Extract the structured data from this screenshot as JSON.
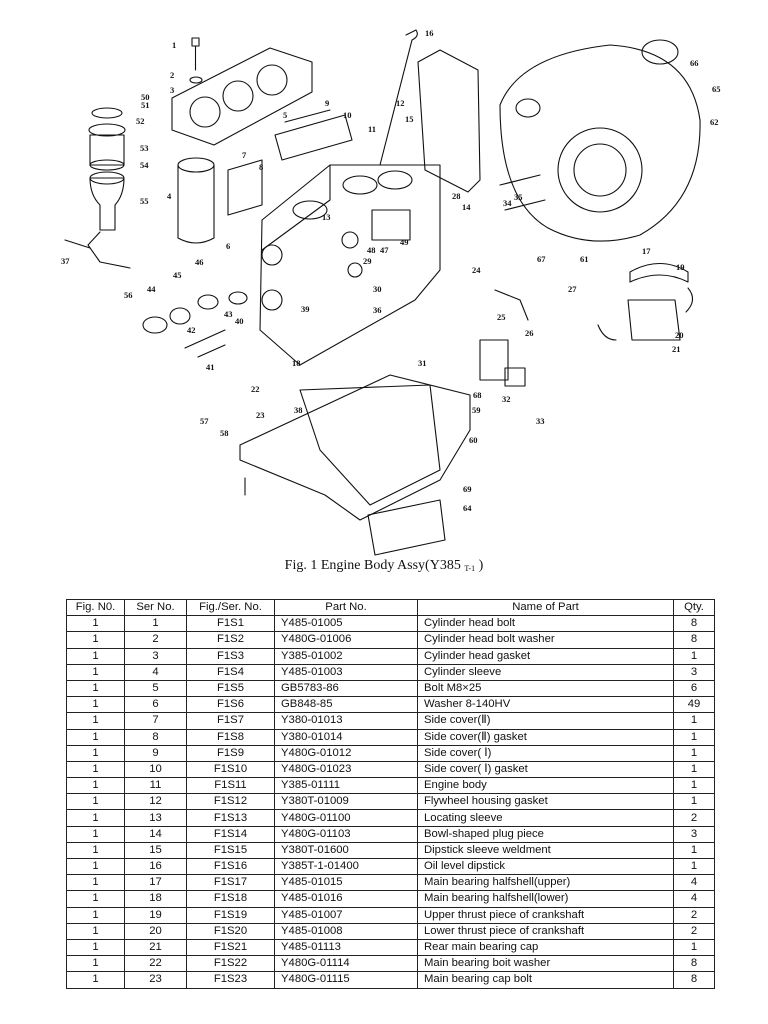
{
  "caption": {
    "main": "Fig. 1 Engine Body Assy(Y385",
    "sub": "T-1",
    "close": ")"
  },
  "diagram": {
    "callouts": [
      "1",
      "2",
      "3",
      "4",
      "5",
      "6",
      "7",
      "8",
      "9",
      "10",
      "11",
      "12",
      "13",
      "14",
      "15",
      "16",
      "17",
      "18",
      "19",
      "20",
      "21",
      "22",
      "23",
      "24",
      "25",
      "26",
      "27",
      "28",
      "29",
      "30",
      "31",
      "32",
      "33",
      "34",
      "35",
      "36",
      "37",
      "38",
      "39",
      "40",
      "41",
      "42",
      "43",
      "44",
      "45",
      "46",
      "47",
      "48",
      "49",
      "50",
      "51",
      "52",
      "53",
      "54",
      "55",
      "56",
      "57",
      "58",
      "59",
      "60",
      "61",
      "62",
      "64",
      "65",
      "66",
      "67",
      "68",
      "69"
    ]
  },
  "table": {
    "headers": [
      "Fig. N0.",
      "Ser No.",
      "Fig./Ser. No.",
      "Part  No.",
      "Name of Part",
      "Qty."
    ],
    "rows": [
      [
        "1",
        "1",
        "F1S1",
        "Y485-01005",
        "Cylinder head bolt",
        "8"
      ],
      [
        "1",
        "2",
        "F1S2",
        "Y480G-01006",
        "Cylinder head bolt washer",
        "8"
      ],
      [
        "1",
        "3",
        "F1S3",
        "Y385-01002",
        "Cylinder head gasket",
        "1"
      ],
      [
        "1",
        "4",
        "F1S4",
        "Y485-01003",
        "Cylinder sleeve",
        "3"
      ],
      [
        "1",
        "5",
        "F1S5",
        "GB5783-86",
        "Bolt M8×25",
        "6"
      ],
      [
        "1",
        "6",
        "F1S6",
        "GB848-85",
        "Washer 8-140HV",
        "49"
      ],
      [
        "1",
        "7",
        "F1S7",
        "Y380-01013",
        "Side cover(Ⅱ)",
        "1"
      ],
      [
        "1",
        "8",
        "F1S8",
        "Y380-01014",
        "Side cover(Ⅱ) gasket",
        "1"
      ],
      [
        "1",
        "9",
        "F1S9",
        "Y480G-01012",
        "Side cover( Ⅰ)",
        "1"
      ],
      [
        "1",
        "10",
        "F1S10",
        "Y480G-01023",
        "Side cover( Ⅰ) gasket",
        "1"
      ],
      [
        "1",
        "11",
        "F1S11",
        "Y385-01111",
        "Engine body",
        "1"
      ],
      [
        "1",
        "12",
        "F1S12",
        "Y380T-01009",
        "Flywheel housing gasket",
        "1"
      ],
      [
        "1",
        "13",
        "F1S13",
        "Y480G-01100",
        "Locating sleeve",
        "2"
      ],
      [
        "1",
        "14",
        "F1S14",
        "Y480G-01103",
        "Bowl-shaped plug piece",
        "3"
      ],
      [
        "1",
        "15",
        "F1S15",
        "Y380T-01600",
        "Dipstick sleeve weldment",
        "1"
      ],
      [
        "1",
        "16",
        "F1S16",
        "Y385T-1-01400",
        "Oil level dipstick",
        "1"
      ],
      [
        "1",
        "17",
        "F1S17",
        "Y485-01015",
        "Main bearing halfshell(upper)",
        "4"
      ],
      [
        "1",
        "18",
        "F1S18",
        "Y485-01016",
        "Main bearing halfshell(lower)",
        "4"
      ],
      [
        "1",
        "19",
        "F1S19",
        "Y485-01007",
        "Upper thrust piece of crankshaft",
        "2"
      ],
      [
        "1",
        "20",
        "F1S20",
        "Y485-01008",
        "Lower thrust piece of crankshaft",
        "2"
      ],
      [
        "1",
        "21",
        "F1S21",
        "Y485-01113",
        "Rear main bearing cap",
        "1"
      ],
      [
        "1",
        "22",
        "F1S22",
        "Y480G-01114",
        "Main bearing boit washer",
        "8"
      ],
      [
        "1",
        "23",
        "F1S23",
        "Y480G-01115",
        "Main bearing cap bolt",
        "8"
      ]
    ]
  }
}
